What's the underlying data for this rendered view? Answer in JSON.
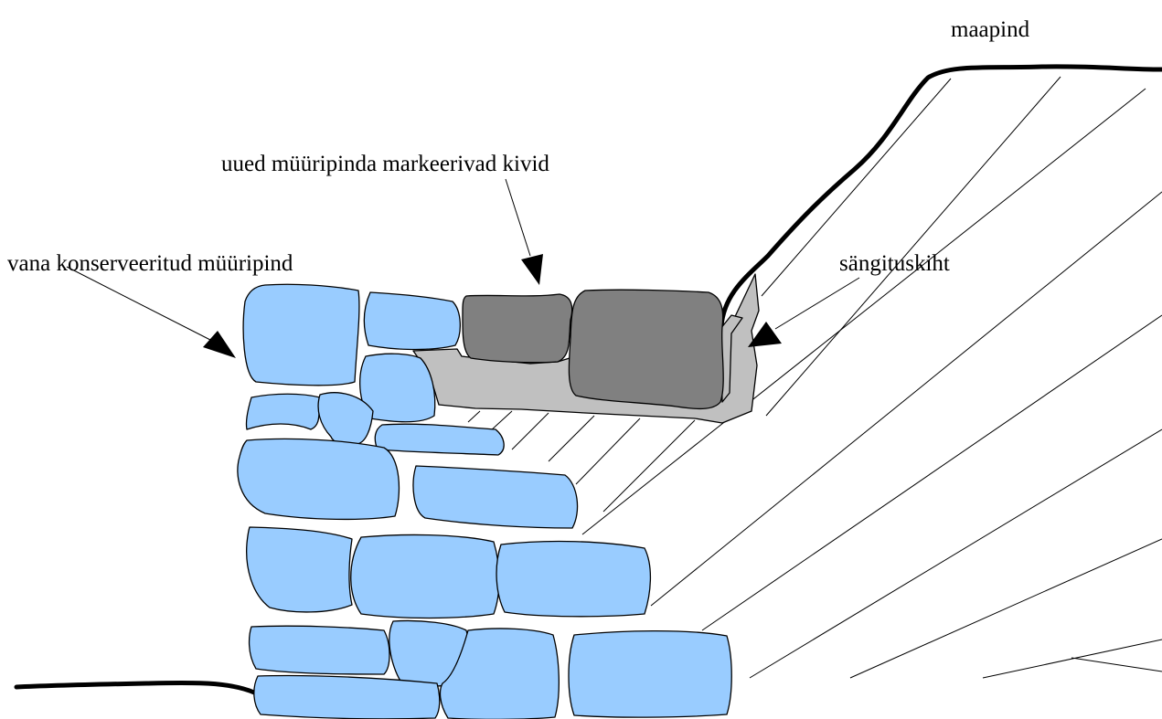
{
  "labels": {
    "ground_surface": "maapind",
    "new_stones": "uued müüripinda markeerivad kivid",
    "old_wall": "vana konserveeritud müüripind",
    "bedding_layer": "sängituskiht"
  },
  "colors": {
    "old_stone": "#99ccff",
    "new_stone": "#808080",
    "bedding": "#c0c0c0",
    "outline": "#000000",
    "background": "#ffffff"
  }
}
